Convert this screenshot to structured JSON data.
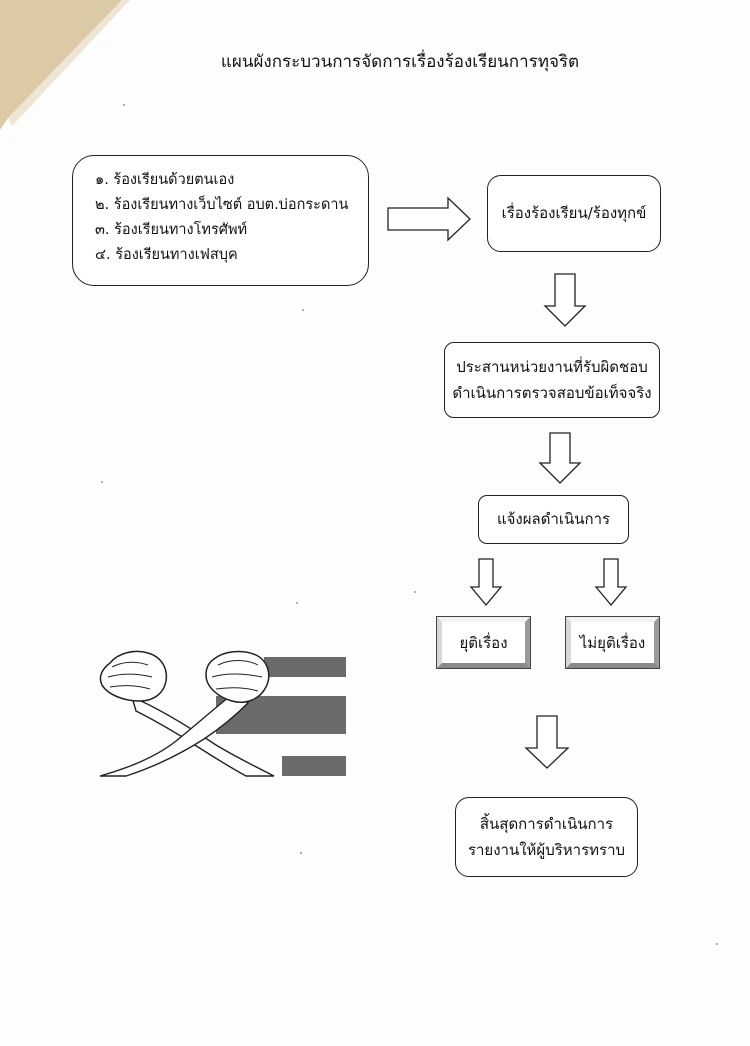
{
  "diagram": {
    "title": "แผนผังกระบวนการจัดการเรื่องร้องเรียนการทุจริต",
    "channels": [
      "๑. ร้องเรียนด้วยตนเอง",
      "๒. ร้องเรียนทางเว็บไซต์ อบต.บ่อกระดาน",
      "๓. ร้องเรียนทางโทรศัพท์",
      "๔. ร้องเรียนทางเฟสบุค"
    ],
    "complaint_box": "เรื่องร้องเรียน/ร้องทุกข์",
    "coordinate_box": {
      "line1": "ประสานหน่วยงานที่รับผิดชอบ",
      "line2": "ดำเนินการตรวจสอบข้อเท็จจริง"
    },
    "notify_box": "แจ้งผลดำเนินการ",
    "stop_box": "ยุติเรื่อง",
    "not_stop_box": "ไม่ยุติเรื่อง",
    "end_box": {
      "line1": "สิ้นสุดการดำเนินการ",
      "line2": "รายงานให้ผู้บริหารทราบ"
    },
    "illustration": "crossed-fists-anti-corruption-logo",
    "colors": {
      "stroke": "#222222",
      "flag_gray": "#6b6b6b",
      "corner_wood": "#d9c9a8"
    }
  }
}
